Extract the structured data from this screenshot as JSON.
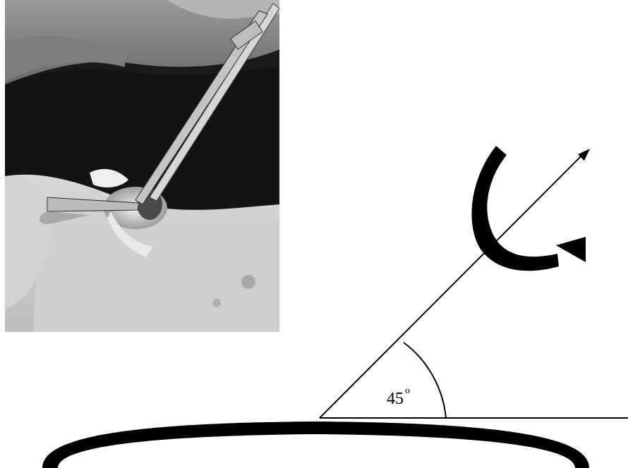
{
  "figure": {
    "photo": {
      "description_icon": "forceps-eyelid-photo"
    },
    "angle": {
      "value": "45",
      "unit_symbol": "o"
    },
    "colors": {
      "ink": "#000000",
      "background": "#ffffff"
    },
    "icons": {
      "rotation": "curved-rotation-arrow-icon",
      "axis": "direction-arrow-icon"
    }
  }
}
